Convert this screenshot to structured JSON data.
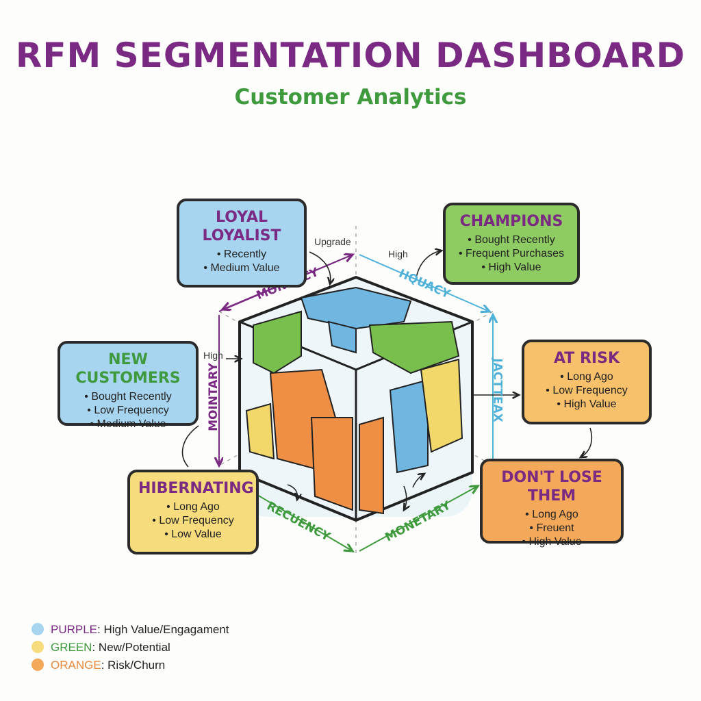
{
  "header": {
    "title": "RFM SEGMENTATION DASHBOARD",
    "subtitle": "Customer Analytics"
  },
  "segments": {
    "loyal": {
      "name_line1": "LOYAL",
      "name_line2": "LOYALIST",
      "bullets": [
        "Recently",
        "Medium Value"
      ]
    },
    "champions": {
      "name": "CHAMPIONS",
      "bullets": [
        "Bought Recently",
        "Frequent Purchases",
        "High Value"
      ]
    },
    "new_customers": {
      "name": "NEW CUSTOMERS",
      "bullets": [
        "Bought Recently",
        "Low Frequency",
        "Medium Value"
      ]
    },
    "at_risk": {
      "name": "AT RISK",
      "bullets": [
        "Long Ago",
        "Low Frequency",
        "High Value"
      ]
    },
    "hibernating": {
      "name": "HIBERNATING",
      "bullets": [
        "Long Ago",
        "Low Frequency",
        "Low Value"
      ]
    },
    "dont_lose": {
      "name": "DON'T LOSE THEM",
      "bullets": [
        "Long Ago",
        "Freuent",
        "High Value"
      ]
    }
  },
  "axes": {
    "moneny": "MONENCY",
    "hquacy": "HQUACY",
    "mointary": "MOINTARY",
    "jactteax": "JACTTEAX",
    "recuency": "RECUENCY",
    "monetary": "MONETARY"
  },
  "annotations": {
    "upgrade": "Upgrade",
    "high_top": "High",
    "high_left": "High"
  },
  "legend": [
    {
      "key": "PURPLE",
      "desc": ": High Value/Engagament",
      "dot_color": "#a7d4ef",
      "key_color": "#7a2a83"
    },
    {
      "key": "GREEN",
      "desc": ": New/Potential",
      "dot_color": "#f6dc7c",
      "key_color": "#3e9a3c"
    },
    {
      "key": "ORANGE",
      "desc": ": Risk/Churn",
      "dot_color": "#f3a85a",
      "key_color": "#e8893a"
    }
  ],
  "colors": {
    "purple": "#7a2a83",
    "green": "#3e9a3c",
    "blue": "#4fb0d8",
    "orange": "#e8893a"
  }
}
